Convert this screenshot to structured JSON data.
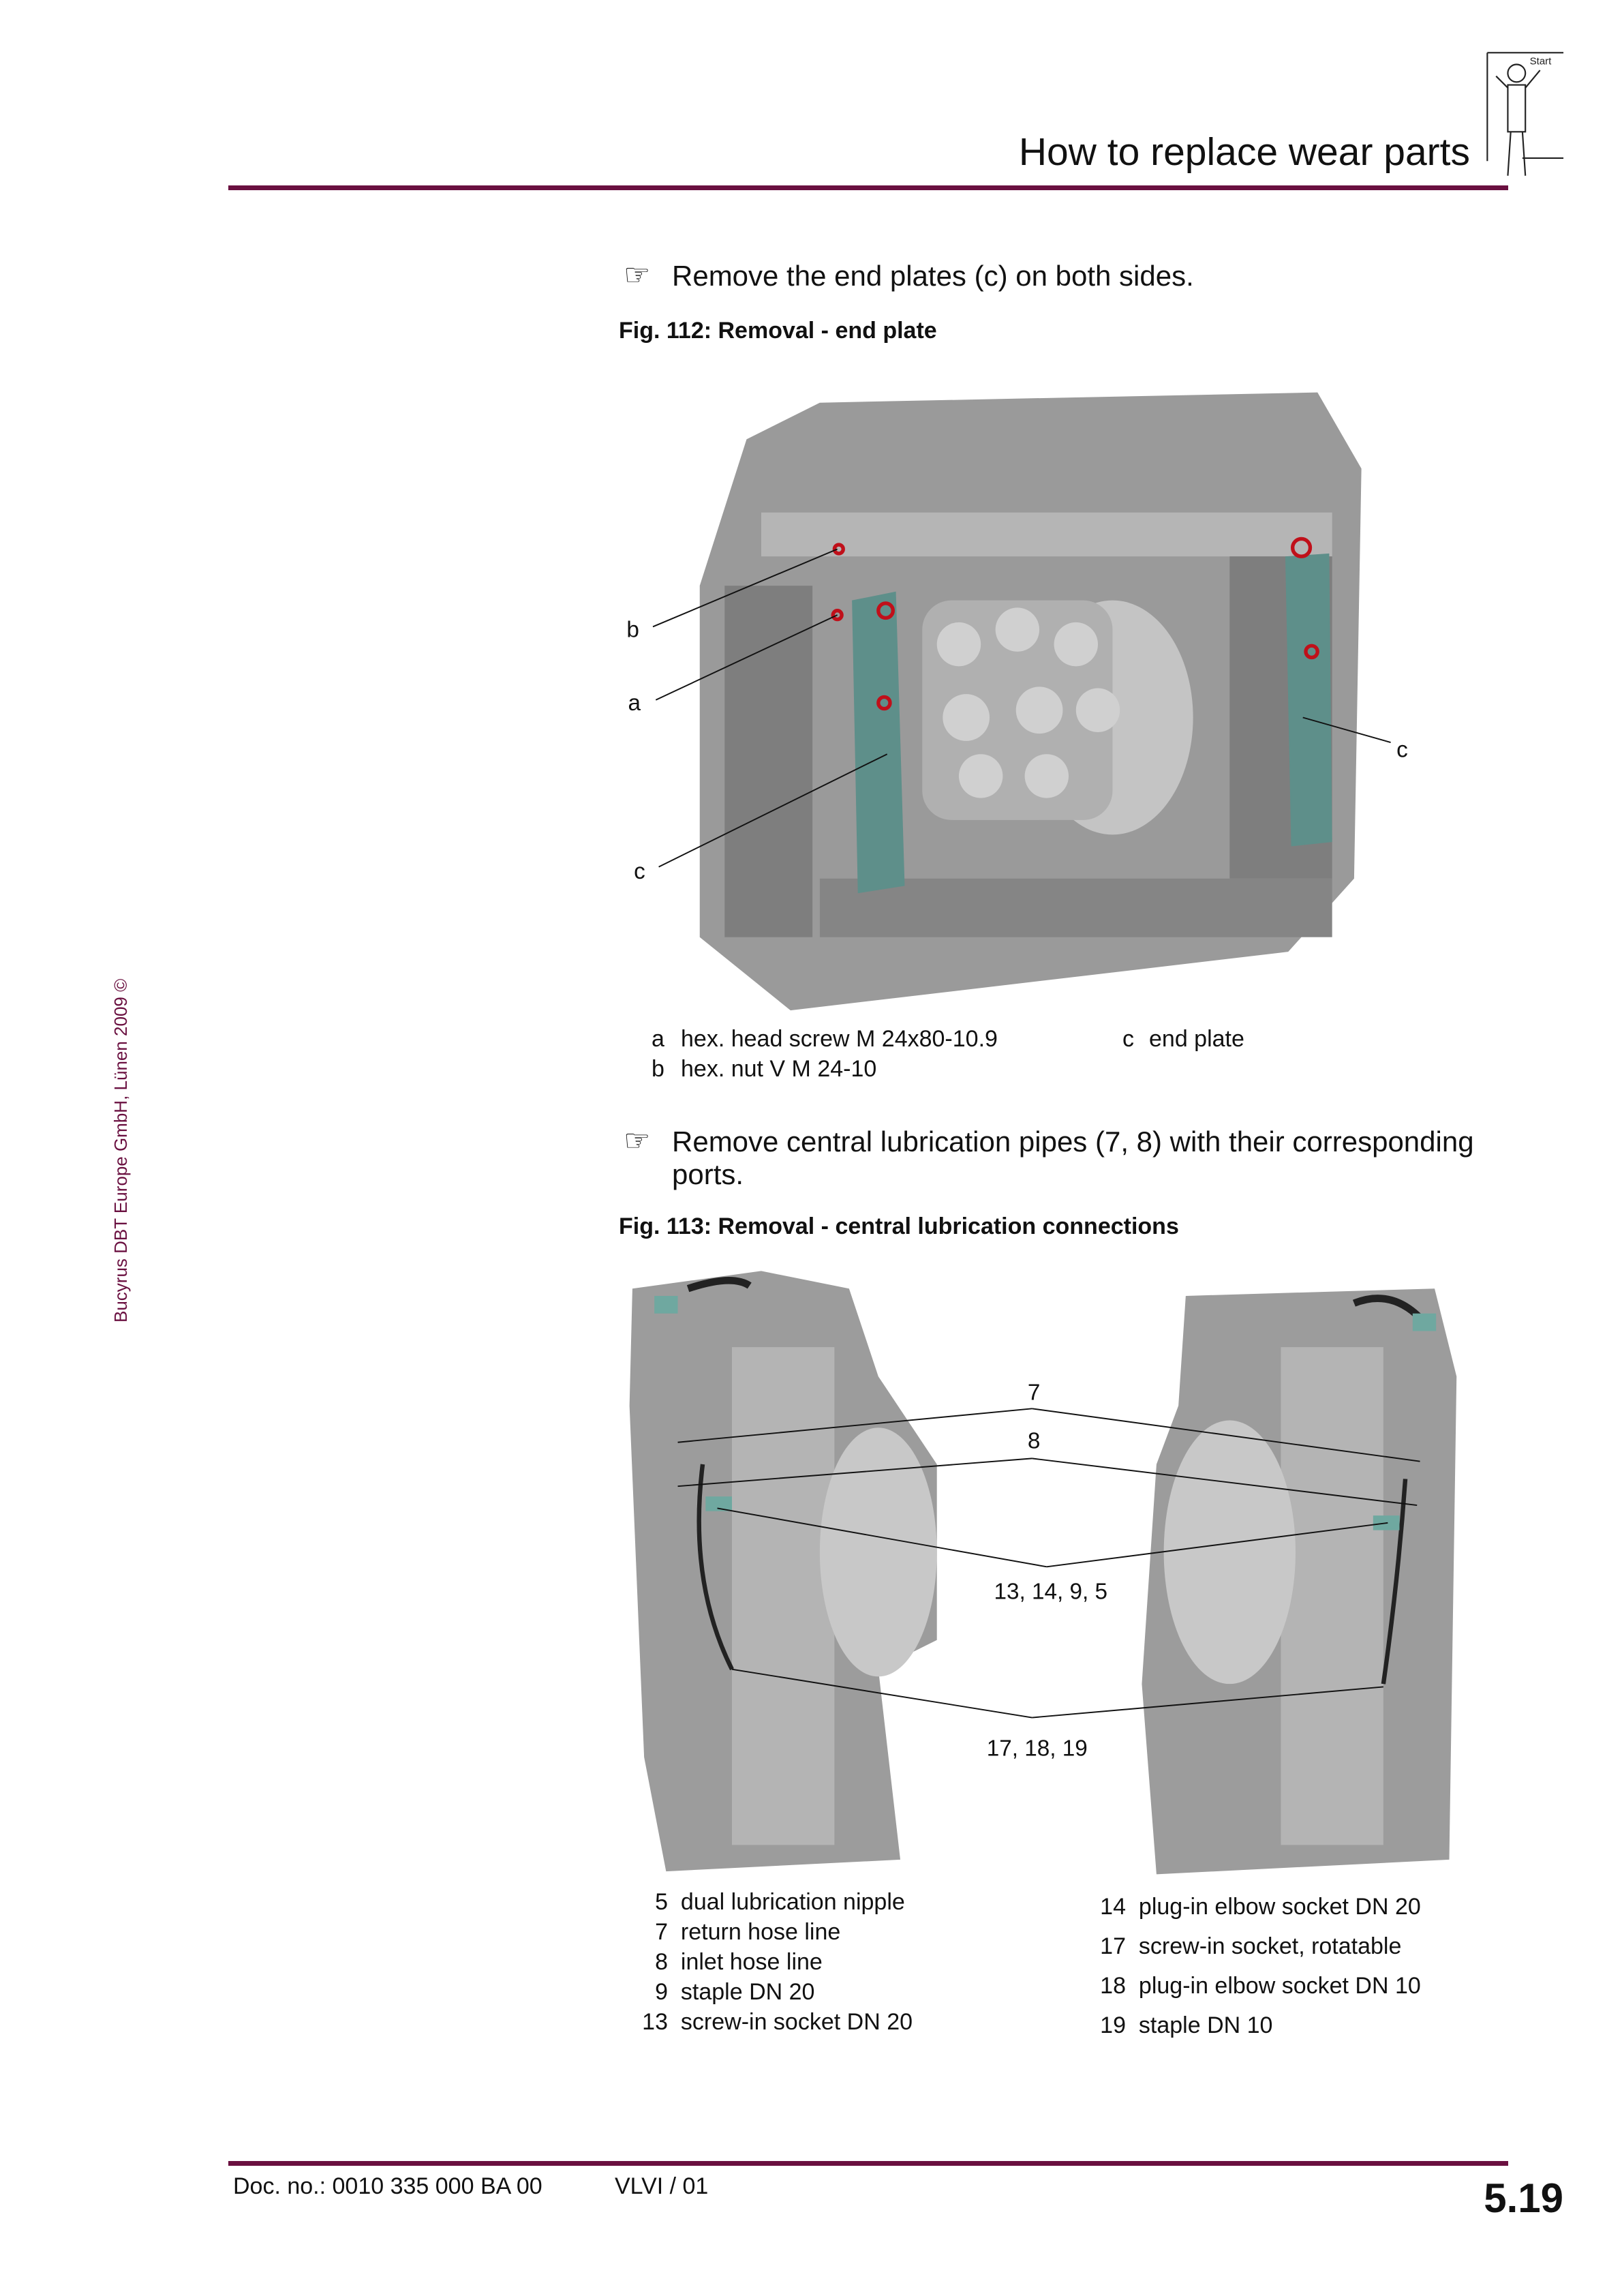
{
  "header": {
    "title": "How to replace wear parts",
    "logo_text": "Start"
  },
  "sidebar": {
    "copyright": "Bucyrus DBT Europe GmbH, Lünen 2009 ©"
  },
  "step1": {
    "icon": "pointing-hand-icon",
    "text": "Remove the end plates (c) on both sides."
  },
  "fig112": {
    "caption": "Fig. 112: Removal - end plate",
    "labels": {
      "b": "b",
      "a": "a",
      "c_left": "c",
      "c_right": "c"
    },
    "legend": [
      {
        "key": "a",
        "text": "hex. head screw M 24x80-10.9"
      },
      {
        "key": "b",
        "text": "hex. nut V M 24-10"
      },
      {
        "key": "c",
        "text": "end plate"
      }
    ]
  },
  "step2": {
    "icon": "pointing-hand-icon",
    "line1": "Remove central lubrication pipes (7, 8) with their corresponding",
    "line2": "ports."
  },
  "fig113": {
    "caption": "Fig. 113: Removal - central lubrication connections",
    "labels": {
      "l7": "7",
      "l8": "8",
      "l13": "13, 14, 9, 5",
      "l17": "17, 18, 19"
    },
    "legend_left": [
      {
        "key": "5",
        "text": "dual lubrication nipple"
      },
      {
        "key": "7",
        "text": "return hose line"
      },
      {
        "key": "8",
        "text": "inlet hose line"
      },
      {
        "key": "9",
        "text": "staple DN 20"
      },
      {
        "key": "13",
        "text": "screw-in socket DN 20"
      }
    ],
    "legend_right": [
      {
        "key": "14",
        "text": "plug-in elbow socket DN 20"
      },
      {
        "key": "17",
        "text": "screw-in socket, rotatable"
      },
      {
        "key": "18",
        "text": "plug-in elbow socket DN 10"
      },
      {
        "key": "19",
        "text": "staple DN 10"
      }
    ]
  },
  "footer": {
    "doc_no": "Doc. no.: 0010 335 000 BA 00",
    "version": "VLVI / 01",
    "page": "5.19"
  },
  "colors": {
    "accent": "#6a1040",
    "plate": "#5e8f8a",
    "part": "#888888",
    "marker": "#c0101a"
  }
}
